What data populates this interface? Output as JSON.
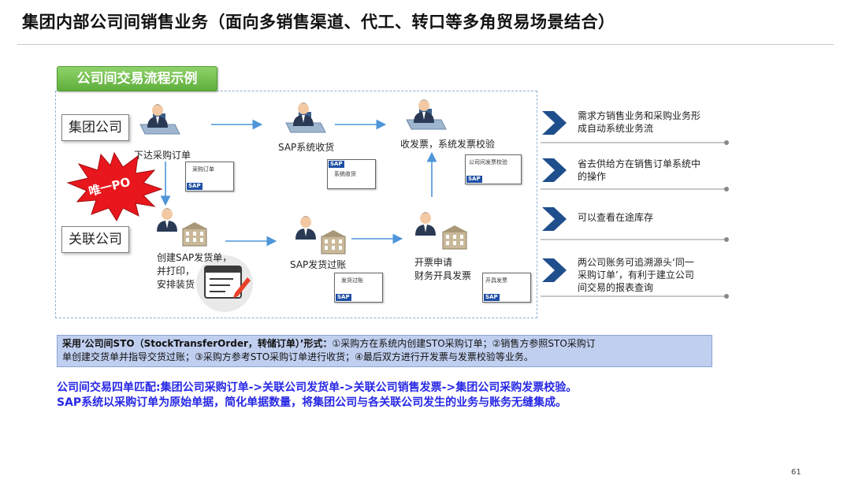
{
  "title": "集团内部公司间销售业务（面向多销售渠道、代工、转口等多角贸易场景结合）",
  "flow": {
    "header": "公司间交易流程示例",
    "group_company": "集团公司",
    "related_company": "关联公司",
    "steps": {
      "po": "下达采购订单",
      "sap_receipt": "SAP系统收货",
      "invoice_receive": "收发票，系统发票校验",
      "create_delivery": [
        "创建SAP发货单，",
        "并打印，",
        "安排装货"
      ],
      "sap_post": "SAP发货过账",
      "invoice_issue": [
        "开票申请",
        "财务开具发票"
      ]
    },
    "starburst": "唯一PO",
    "docs": {
      "po_doc": "采购订单",
      "receipt_doc": "系统收货",
      "invoice_verify_doc": "公司间发票校验",
      "post_doc": "发货过账",
      "invoice_doc": "开具发票",
      "sap": "SAP"
    }
  },
  "benefits": [
    [
      "需求方销售业务和采购业务形",
      "成自动系统业务流"
    ],
    [
      "省去供给方在销售订单系统中",
      "的操作"
    ],
    [
      "可以查看在途库存"
    ],
    [
      "两公司账务可追溯源头‘同一",
      "采购订单’，有利于建立公司",
      "间交易的报表查询"
    ]
  ],
  "sto": {
    "lead": "采用‘公司间STO（StockTransferOrder，转储订单）’形式：",
    "rest_line1": "①采购方在系统内创建STO采购订单；②销售方参照STO采购订",
    "line2": "单创建交货单并指导交货过账；③采购方参考STO采购订单进行收货；④最后双方进行开发票与发票校验等业务。"
  },
  "summary": [
    "公司间交易四单匹配:集团公司采购订单->关联公司发货单->关联公司销售发票->集团公司采购发票校验。",
    "SAP系统以采购订单为原始单据，简化单据数量，将集团公司与各关联公司发生的业务与账务无缝集成。"
  ],
  "page_number": "61",
  "colors": {
    "accent_blue": "#2727e6",
    "chevron": "#1f4e8c",
    "header_green": "#5fae3c",
    "sto_bg": "#c0cff0",
    "burst_red": "#e8171d"
  }
}
